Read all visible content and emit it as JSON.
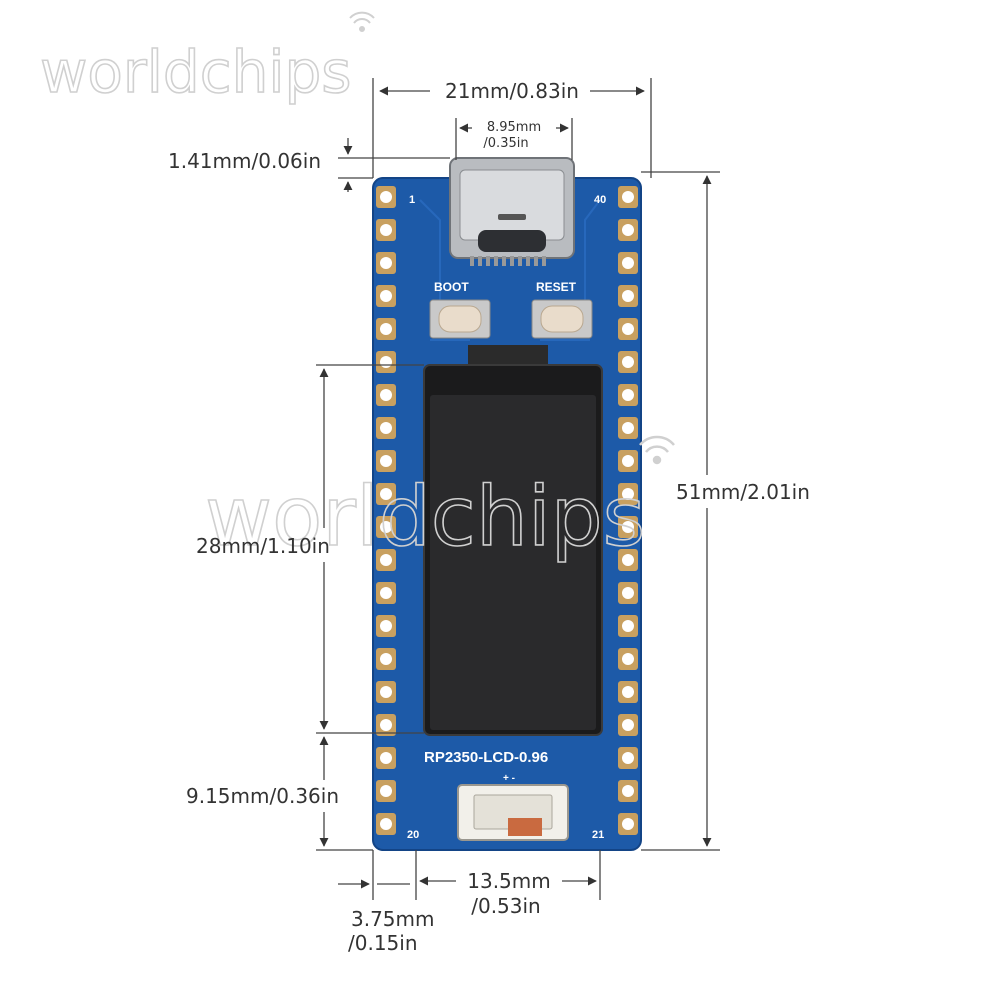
{
  "watermark": {
    "text": "worldchips",
    "icon": "wifi-icon"
  },
  "board": {
    "silkscreen_label": "RP2350-LCD-0.96",
    "boot_label": "BOOT",
    "reset_label": "RESET",
    "pin_top_left": "1",
    "pin_top_right": "40",
    "pin_bottom_left": "20",
    "pin_bottom_right": "21",
    "pcb_color": "#1d5aa8",
    "pad_color": "#c8a060"
  },
  "dimensions": {
    "board_width": "21mm/0.83in",
    "usb_width_line1": "8.95mm",
    "usb_width_line2": "/0.35in",
    "usb_offset": "1.41mm/0.06in",
    "board_length": "51mm/2.01in",
    "screen_height": "28mm/1.10in",
    "connector_offset": "9.15mm/0.36in",
    "connector_spacing_line1": "13.5mm",
    "connector_spacing_line2": "/0.53in",
    "edge_offset_line1": "3.75mm",
    "edge_offset_line2": "/0.15in"
  }
}
